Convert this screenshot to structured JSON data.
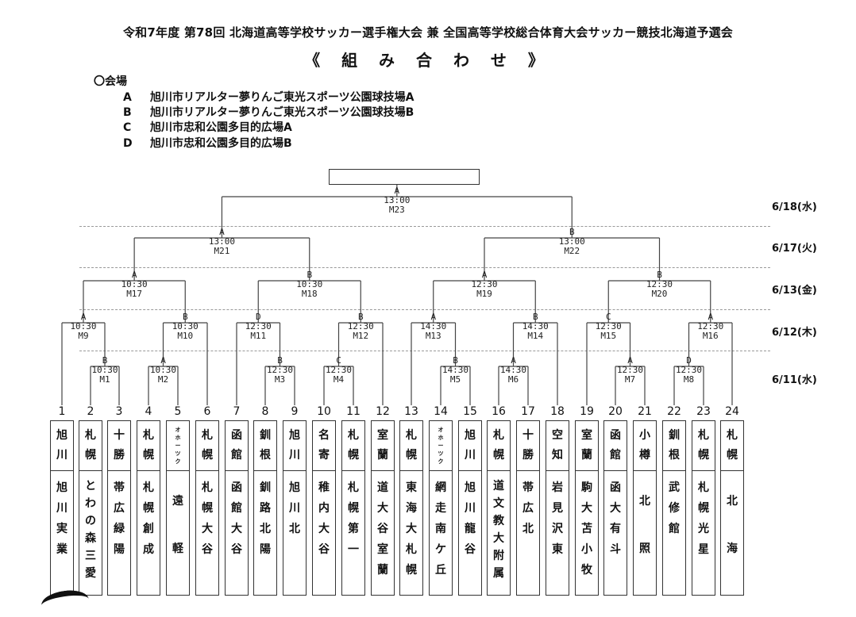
{
  "header": {
    "title": "令和7年度 第78回 北海道高等学校サッカー選手権大会 兼 全国高等学校総合体育大会サッカー競技北海道予選会",
    "subtitle": "《 組 み 合 わ せ 》"
  },
  "venues": {
    "heading": "〇会場",
    "items": [
      {
        "code": "A",
        "name": "旭川市リアルター夢りんご東光スポーツ公園球技場A"
      },
      {
        "code": "B",
        "name": "旭川市リアルター夢りんご東光スポーツ公園球技場B"
      },
      {
        "code": "C",
        "name": "旭川市忠和公園多目的広場A"
      },
      {
        "code": "D",
        "name": "旭川市忠和公園多目的広場B"
      }
    ]
  },
  "dates": [
    "6/18(水)",
    "6/17(火)",
    "6/13(金)",
    "6/12(木)",
    "6/11(水)"
  ],
  "games": [
    {
      "id": "M1",
      "venue": "B",
      "time": "10:30"
    },
    {
      "id": "M2",
      "venue": "A",
      "time": "10:30"
    },
    {
      "id": "M3",
      "venue": "B",
      "time": "12:30"
    },
    {
      "id": "M4",
      "venue": "C",
      "time": "12:30"
    },
    {
      "id": "M5",
      "venue": "B",
      "time": "14:30"
    },
    {
      "id": "M6",
      "venue": "A",
      "time": "14:30"
    },
    {
      "id": "M7",
      "venue": "A",
      "time": "12:30"
    },
    {
      "id": "M8",
      "venue": "D",
      "time": "12:30"
    },
    {
      "id": "M9",
      "venue": "A",
      "time": "10:30"
    },
    {
      "id": "M10",
      "venue": "B",
      "time": "10:30"
    },
    {
      "id": "M11",
      "venue": "D",
      "time": "12:30"
    },
    {
      "id": "M12",
      "venue": "B",
      "time": "12:30"
    },
    {
      "id": "M13",
      "venue": "A",
      "time": "14:30"
    },
    {
      "id": "M14",
      "venue": "B",
      "time": "14:30"
    },
    {
      "id": "M15",
      "venue": "C",
      "time": "12:30"
    },
    {
      "id": "M16",
      "venue": "A",
      "time": "12:30"
    },
    {
      "id": "M17",
      "venue": "A",
      "time": "10:30"
    },
    {
      "id": "M18",
      "venue": "B",
      "time": "10:30"
    },
    {
      "id": "M19",
      "venue": "A",
      "time": "12:30"
    },
    {
      "id": "M20",
      "venue": "B",
      "time": "12:30"
    },
    {
      "id": "M21",
      "venue": "A",
      "time": "13:00"
    },
    {
      "id": "M22",
      "venue": "B",
      "time": "13:00"
    },
    {
      "id": "M23",
      "venue": "A",
      "time": "13:00"
    }
  ],
  "teams": [
    {
      "no": "1",
      "area": "旭川",
      "school": "旭川実業"
    },
    {
      "no": "2",
      "area": "札幌",
      "school": "とわの森三愛"
    },
    {
      "no": "3",
      "area": "十勝",
      "school": "帯広緑陽"
    },
    {
      "no": "4",
      "area": "札幌",
      "school": "札幌創成"
    },
    {
      "no": "5",
      "area": "オホーツク",
      "school": "遠軽"
    },
    {
      "no": "6",
      "area": "札幌",
      "school": "札幌大谷"
    },
    {
      "no": "7",
      "area": "函館",
      "school": "函館大谷"
    },
    {
      "no": "8",
      "area": "釧根",
      "school": "釧路北陽"
    },
    {
      "no": "9",
      "area": "旭川",
      "school": "旭川北"
    },
    {
      "no": "10",
      "area": "名寄",
      "school": "稚内大谷"
    },
    {
      "no": "11",
      "area": "札幌",
      "school": "札幌第一"
    },
    {
      "no": "12",
      "area": "室蘭",
      "school": "道大谷室蘭"
    },
    {
      "no": "13",
      "area": "札幌",
      "school": "東海大札幌"
    },
    {
      "no": "14",
      "area": "オホーツク",
      "school": "網走南ケ丘"
    },
    {
      "no": "15",
      "area": "旭川",
      "school": "旭川龍谷"
    },
    {
      "no": "16",
      "area": "札幌",
      "school": "道文教大附属"
    },
    {
      "no": "17",
      "area": "十勝",
      "school": "帯広北"
    },
    {
      "no": "18",
      "area": "空知",
      "school": "岩見沢東"
    },
    {
      "no": "19",
      "area": "室蘭",
      "school": "駒大苫小牧"
    },
    {
      "no": "20",
      "area": "函館",
      "school": "函大有斗"
    },
    {
      "no": "21",
      "area": "小樽",
      "school": "北照"
    },
    {
      "no": "22",
      "area": "釧根",
      "school": "武修館"
    },
    {
      "no": "23",
      "area": "札幌",
      "school": "札幌光星"
    },
    {
      "no": "24",
      "area": "札幌",
      "school": "北海"
    }
  ]
}
